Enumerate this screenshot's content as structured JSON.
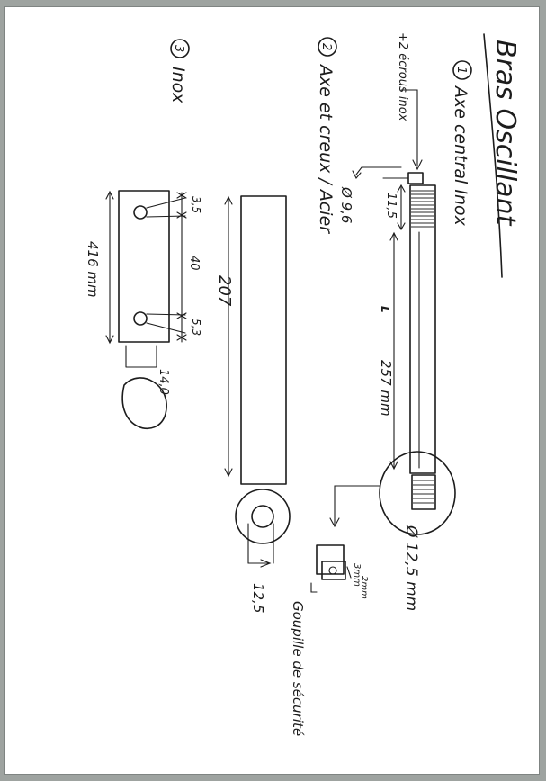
{
  "title": "Bras Oscillant",
  "parts": [
    {
      "number": "1",
      "name": "Axe central Inox",
      "note": "+2 écrous inox",
      "thread_diameter": "Ø 9,6",
      "thread_length": "11,5",
      "total_length": "257 mm",
      "total_length_prefix": "L",
      "end_diameter": "Ø 12,5 mm",
      "detail_dims": [
        "3mm",
        "2mm"
      ],
      "detail_label": "Goupille de sécurité"
    },
    {
      "number": "2",
      "name": "Axe et creux / Acier",
      "length": "207",
      "section_diameter": "12,5"
    },
    {
      "number": "3",
      "name": "Inox",
      "dims": [
        "3,5",
        "40",
        "5,3"
      ],
      "overall_length": "416 mm",
      "end_diameter": "14,0"
    }
  ]
}
